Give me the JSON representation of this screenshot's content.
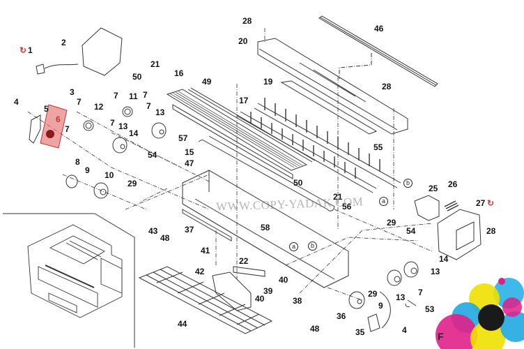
{
  "diagram": {
    "title": "Exploded parts diagram - printer fuser/exit unit",
    "highlight_color": "#e57373",
    "replaceable_icon_color": "#e03030",
    "highlighted_part": "6",
    "watermark": "WWW.COPY-YADAK.COM",
    "logo_letter": "F",
    "replaceable_marker": "↻",
    "callouts": [
      {
        "id": "c1",
        "part": "1",
        "replaceable": true
      },
      {
        "id": "c2",
        "part": "2"
      },
      {
        "id": "c3",
        "part": "3"
      },
      {
        "id": "c4a",
        "part": "4"
      },
      {
        "id": "c5",
        "part": "5"
      },
      {
        "id": "c6",
        "part": "6",
        "highlight": true
      },
      {
        "id": "c7a",
        "part": "7"
      },
      {
        "id": "c7b",
        "part": "7"
      },
      {
        "id": "c7c",
        "part": "7"
      },
      {
        "id": "c7d",
        "part": "7"
      },
      {
        "id": "c7e",
        "part": "7"
      },
      {
        "id": "c7f",
        "part": "7"
      },
      {
        "id": "c7g",
        "part": "7"
      },
      {
        "id": "c8",
        "part": "8"
      },
      {
        "id": "c9a",
        "part": "9"
      },
      {
        "id": "c10",
        "part": "10"
      },
      {
        "id": "c11",
        "part": "11"
      },
      {
        "id": "c12",
        "part": "12"
      },
      {
        "id": "c13a",
        "part": "13"
      },
      {
        "id": "c13b",
        "part": "13"
      },
      {
        "id": "c13c",
        "part": "13"
      },
      {
        "id": "c13d",
        "part": "13"
      },
      {
        "id": "c14a",
        "part": "14"
      },
      {
        "id": "c14b",
        "part": "14"
      },
      {
        "id": "c15",
        "part": "15"
      },
      {
        "id": "c16",
        "part": "16"
      },
      {
        "id": "c17",
        "part": "17"
      },
      {
        "id": "c19",
        "part": "19"
      },
      {
        "id": "c20",
        "part": "20"
      },
      {
        "id": "c21a",
        "part": "21"
      },
      {
        "id": "c21b",
        "part": "21"
      },
      {
        "id": "c22",
        "part": "22"
      },
      {
        "id": "c25",
        "part": "25"
      },
      {
        "id": "c26",
        "part": "26"
      },
      {
        "id": "c27",
        "part": "27",
        "replaceable": true
      },
      {
        "id": "c28a",
        "part": "28"
      },
      {
        "id": "c28b",
        "part": "28"
      },
      {
        "id": "c28c",
        "part": "28"
      },
      {
        "id": "c29a",
        "part": "29"
      },
      {
        "id": "c29b",
        "part": "29"
      },
      {
        "id": "c29c",
        "part": "29"
      },
      {
        "id": "c35",
        "part": "35"
      },
      {
        "id": "c36",
        "part": "36"
      },
      {
        "id": "c37",
        "part": "37"
      },
      {
        "id": "c38",
        "part": "38"
      },
      {
        "id": "c39",
        "part": "39"
      },
      {
        "id": "c40a",
        "part": "40"
      },
      {
        "id": "c40b",
        "part": "40"
      },
      {
        "id": "c41",
        "part": "41"
      },
      {
        "id": "c42",
        "part": "42"
      },
      {
        "id": "c43",
        "part": "43"
      },
      {
        "id": "c44",
        "part": "44"
      },
      {
        "id": "c46",
        "part": "46"
      },
      {
        "id": "c47",
        "part": "47"
      },
      {
        "id": "c48a",
        "part": "48"
      },
      {
        "id": "c48b",
        "part": "48"
      },
      {
        "id": "c49",
        "part": "49"
      },
      {
        "id": "c50a",
        "part": "50"
      },
      {
        "id": "c50b",
        "part": "50"
      },
      {
        "id": "c53",
        "part": "53"
      },
      {
        "id": "c54a",
        "part": "54"
      },
      {
        "id": "c54b",
        "part": "54"
      },
      {
        "id": "c55",
        "part": "55"
      },
      {
        "id": "c56",
        "part": "56"
      },
      {
        "id": "c57",
        "part": "57"
      },
      {
        "id": "c58",
        "part": "58"
      },
      {
        "id": "c4b",
        "part": "4"
      },
      {
        "id": "c9b",
        "part": "9"
      }
    ],
    "connectors": [
      {
        "id": "ca1",
        "letter": "a"
      },
      {
        "id": "cb1",
        "letter": "b"
      },
      {
        "id": "ca2",
        "letter": "a"
      },
      {
        "id": "cb2",
        "letter": "b"
      }
    ]
  }
}
